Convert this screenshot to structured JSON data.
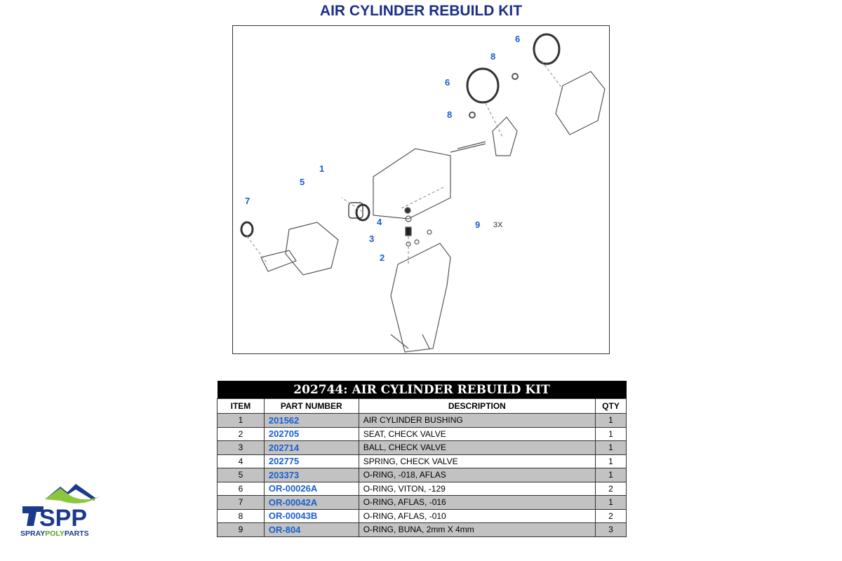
{
  "title": "AIR CYLINDER REBUILD KIT",
  "diagram": {
    "callouts": [
      {
        "label": "6"
      },
      {
        "label": "8"
      },
      {
        "label": "6"
      },
      {
        "label": "8"
      },
      {
        "label": "1"
      },
      {
        "label": "5"
      },
      {
        "label": "7"
      },
      {
        "label": "4"
      },
      {
        "label": "3"
      },
      {
        "label": "9"
      },
      {
        "label": "2"
      }
    ],
    "qty_note": "3X"
  },
  "table": {
    "kit_title": "202744: AIR CYLINDER REBUILD KIT",
    "headers": [
      "ITEM",
      "PART NUMBER",
      "DESCRIPTION",
      "QTY"
    ],
    "rows": [
      {
        "item": "1",
        "part": "201562",
        "desc": "AIR CYLINDER BUSHING",
        "qty": "1"
      },
      {
        "item": "2",
        "part": "202705",
        "desc": "SEAT, CHECK VALVE",
        "qty": "1"
      },
      {
        "item": "3",
        "part": "202714",
        "desc": "BALL, CHECK VALVE",
        "qty": "1"
      },
      {
        "item": "4",
        "part": "202775",
        "desc": "SPRING, CHECK VALVE",
        "qty": "1"
      },
      {
        "item": "5",
        "part": "203373",
        "desc": "O-RING, -018, AFLAS",
        "qty": "1"
      },
      {
        "item": "6",
        "part": "OR-00026A",
        "desc": "O-RING, VITON, -129",
        "qty": "2"
      },
      {
        "item": "7",
        "part": "OR-00042A",
        "desc": "O-RING, AFLAS, -016",
        "qty": "1"
      },
      {
        "item": "8",
        "part": "OR-00043B",
        "desc": "O-RING, AFLAS, -010",
        "qty": "2"
      },
      {
        "item": "9",
        "part": "OR-804",
        "desc": "O-RING, BUNA, 2mm X 4mm",
        "qty": "3"
      }
    ]
  },
  "logo": {
    "text": "SPP",
    "tagline": "SPRAYPOLYPARTS"
  },
  "colors": {
    "title": "#1b2f8a",
    "callout": "#1a5fd0",
    "row_shade": "#c2c2c2"
  }
}
